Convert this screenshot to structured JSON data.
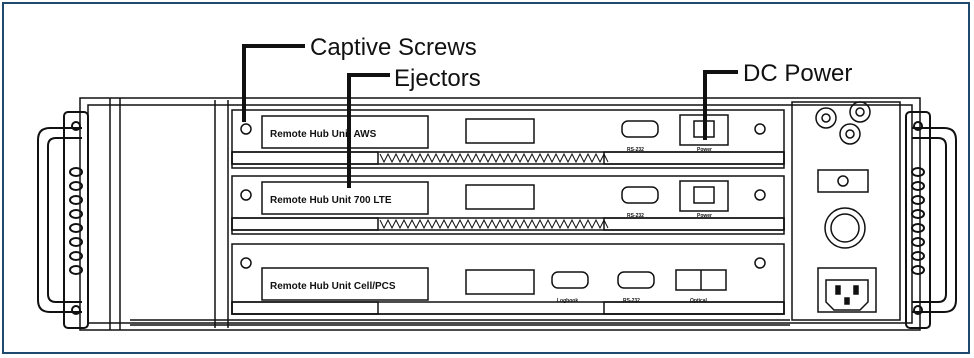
{
  "callouts": {
    "captive_screws": "Captive Screws",
    "ejectors": "Ejectors",
    "dc_power": "DC Power"
  },
  "modules": [
    {
      "label": "Remote Hub Unit AWS",
      "port_label": "RS-232",
      "power_label": "Power"
    },
    {
      "label": "Remote Hub Unit 700 LTE",
      "port_label": "RS-232",
      "power_label": "Power"
    },
    {
      "label": "Remote Hub Unit Cell/PCS",
      "port_label_1": "Logbook",
      "port_label_2": "RS-232",
      "optical_label": "Optical"
    }
  ],
  "colors": {
    "border": "#1f4a6e",
    "line": "#111111",
    "background": "#ffffff"
  }
}
